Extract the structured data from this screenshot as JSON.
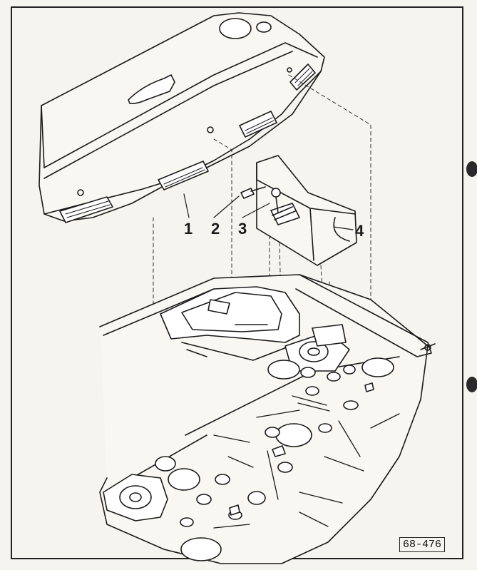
{
  "diagram": {
    "callouts": [
      {
        "id": "1",
        "label": "1"
      },
      {
        "id": "2",
        "label": "2"
      },
      {
        "id": "3",
        "label": "3"
      },
      {
        "id": "4",
        "label": "4"
      }
    ],
    "figure_number": "68-476"
  },
  "colors": {
    "paper": "#f6f4ee",
    "ink": "#1a1a1a",
    "binder_hole": "#2a2a2a"
  },
  "icons": [
    "binder-hole-icon"
  ]
}
